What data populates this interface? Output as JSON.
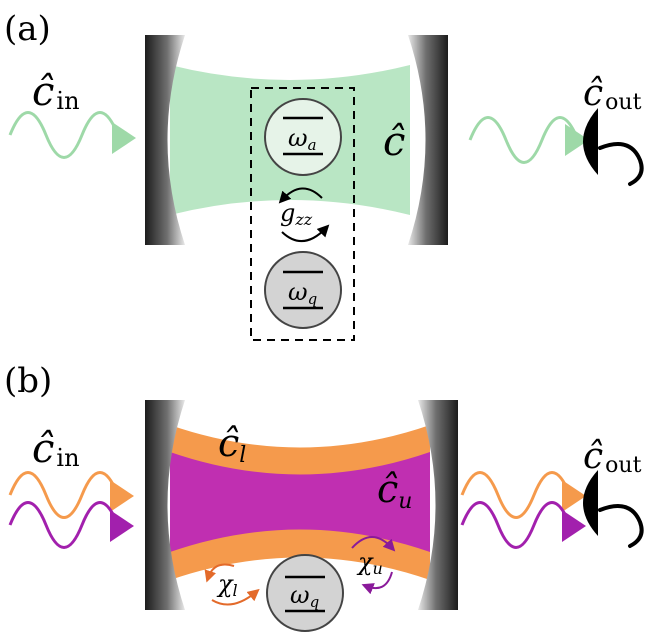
{
  "panel_a": {
    "label": "(a)",
    "input_symbol": "ĉ",
    "input_subscript": "in",
    "output_symbol": "ĉ",
    "output_subscript": "out",
    "cavity_symbol": "ĉ",
    "mode_a": {
      "omega": "ω",
      "subscript": "a"
    },
    "mode_q": {
      "omega": "ω",
      "subscript": "q"
    },
    "coupling": {
      "symbol": "g",
      "subscript": "zz"
    }
  },
  "panel_b": {
    "label": "(b)",
    "input_symbol": "ĉ",
    "input_subscript": "in",
    "output_symbol": "ĉ",
    "output_subscript": "out",
    "lower_mode": {
      "symbol": "ĉ",
      "subscript": "l"
    },
    "upper_mode": {
      "symbol": "ĉ",
      "subscript": "u"
    },
    "chi_l": {
      "symbol": "χ",
      "subscript": "l"
    },
    "chi_u": {
      "symbol": "χ",
      "subscript": "u"
    },
    "mode_q": {
      "omega": "ω",
      "subscript": "q"
    }
  },
  "colors": {
    "cavity_green": "#b9e6c4",
    "wave_green": "#9ed9a8",
    "orange": "#f59a4c",
    "purple": "#a220ad",
    "magenta_fill": "#c02fb1",
    "mirror_dark": "#2a2a2a",
    "qubit_gray": "#d3d3d3",
    "mode_a_fill": "#e6f3e8"
  }
}
